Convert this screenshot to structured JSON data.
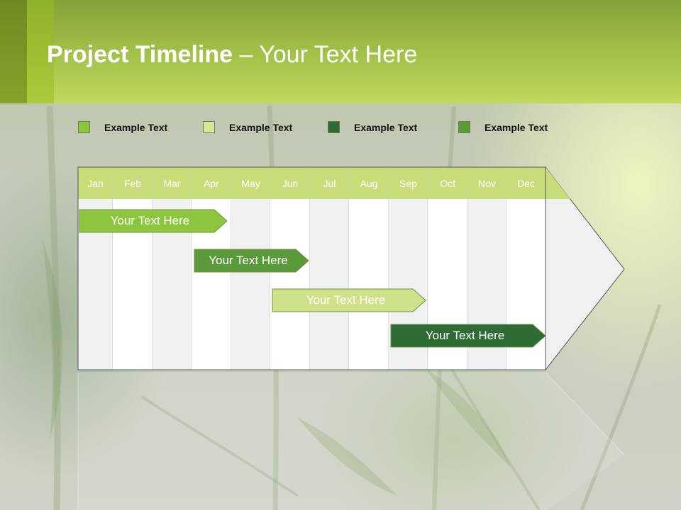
{
  "slide": {
    "title_bold": "Project Timeline",
    "title_rest": " – Your Text Here"
  },
  "legend": [
    {
      "label": "Example Text",
      "color": "#8cc63e"
    },
    {
      "label": "Example Text",
      "color": "#d6e89a"
    },
    {
      "label": "Example Text",
      "color": "#2f6b35"
    },
    {
      "label": "Example Text",
      "color": "#5a9a3a"
    }
  ],
  "months": [
    "Jan",
    "Feb",
    "Mar",
    "Apr",
    "May",
    "Jun",
    "Jul",
    "Aug",
    "Sep",
    "Oct",
    "Nov",
    "Dec"
  ],
  "tasks": [
    {
      "label": "Your  Text Here",
      "fill": "#8cc63e",
      "text_color": "#ffffff"
    },
    {
      "label": "Your  Text Here",
      "fill": "#5a9a3a",
      "text_color": "#ffffff"
    },
    {
      "label": "Your  Text Here",
      "fill": "#cfe28a",
      "text_color": "#ffffff"
    },
    {
      "label": "Your  Text Here",
      "fill": "#2f6b35",
      "text_color": "#ffffff"
    }
  ],
  "colors": {
    "header_accent": "#a7c43f",
    "month_header": "#c8dc7a"
  }
}
